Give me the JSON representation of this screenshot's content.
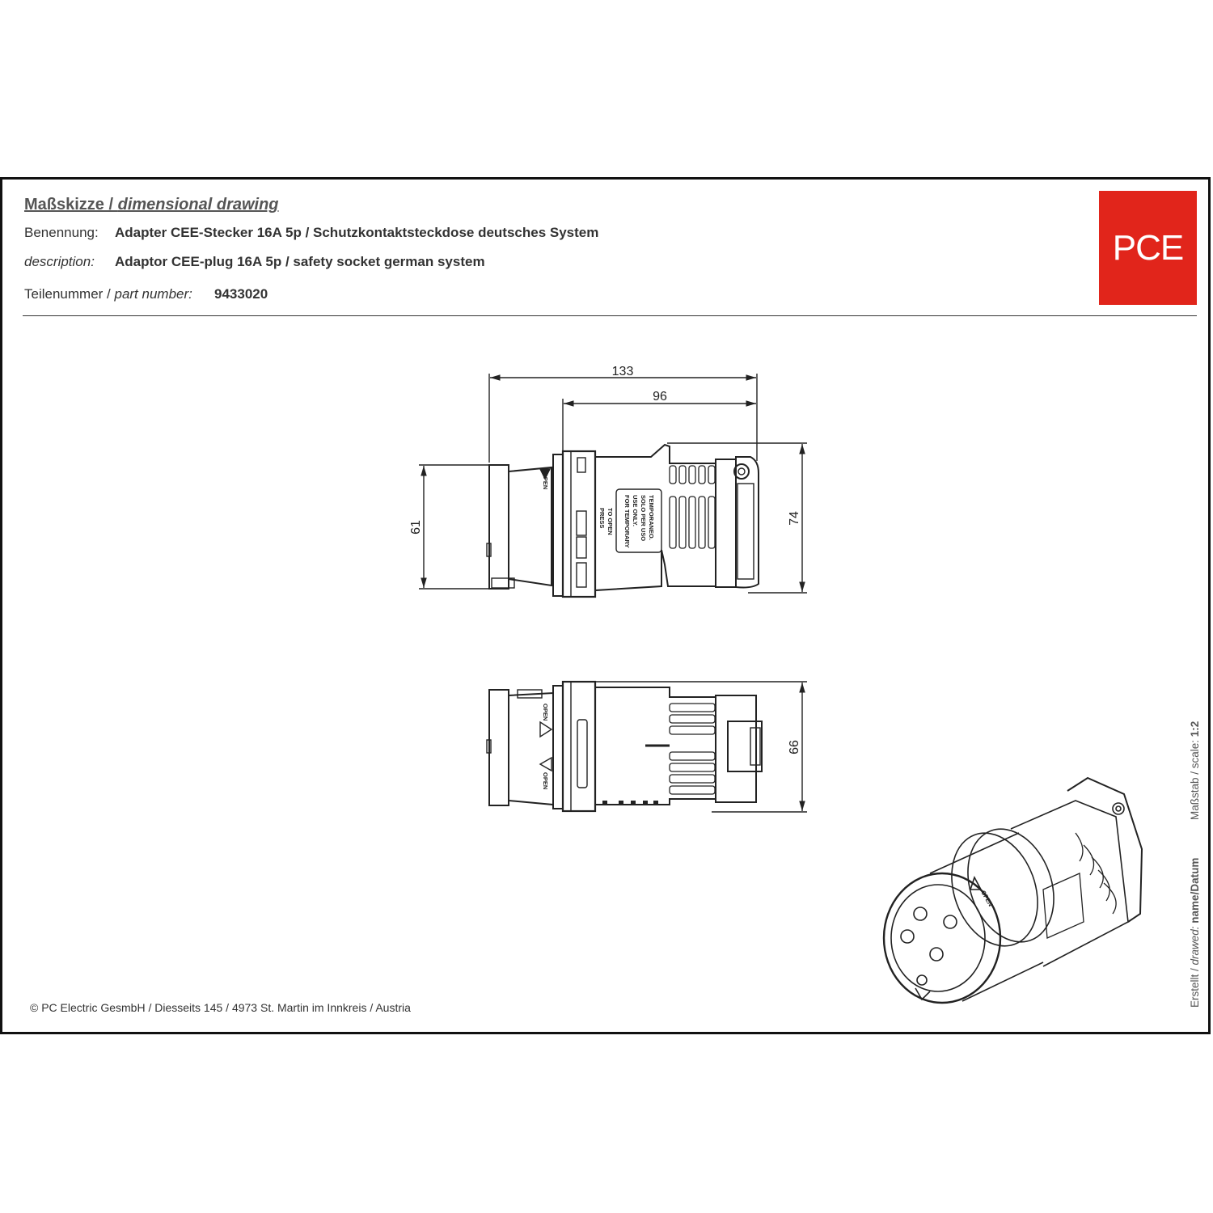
{
  "header": {
    "title_de": "Maßskizze / ",
    "title_en": "dimensional drawing",
    "naming_label": "Benennung:",
    "naming_value": "Adapter CEE-Stecker 16A 5p / Schutzkontaktsteckdose deutsches System",
    "description_label": "description:",
    "description_value": "Adaptor CEE-plug 16A 5p / safety socket german system",
    "part_label_de": "Teilenummer / ",
    "part_label_en": "part number:",
    "part_value": "9433020"
  },
  "logo": {
    "text": "PCE",
    "color": "#e1251b"
  },
  "dimensions": {
    "overall_length": "133",
    "socket_length": "96",
    "plug_height": "61",
    "socket_height": "74",
    "width": "66"
  },
  "product_labels": {
    "open": "OPEN",
    "press_1": "PRESS",
    "press_2": "TO OPEN",
    "temp_1": "FOR TEMPORARY",
    "temp_2": "USE ONLY.",
    "temp_3": "SOLO PER USO",
    "temp_4": "TEMPORANEO."
  },
  "side_text": {
    "created_prefix": "Erstellt / ",
    "created_it": "drawed:",
    "created_value": " name/Datum",
    "scale_prefix": "Maßstab / scale: ",
    "scale_value": "1:2"
  },
  "footer": "© PC Electric GesmbH / Diesseits 145 / 4973 St. Martin im Innkreis / Austria"
}
